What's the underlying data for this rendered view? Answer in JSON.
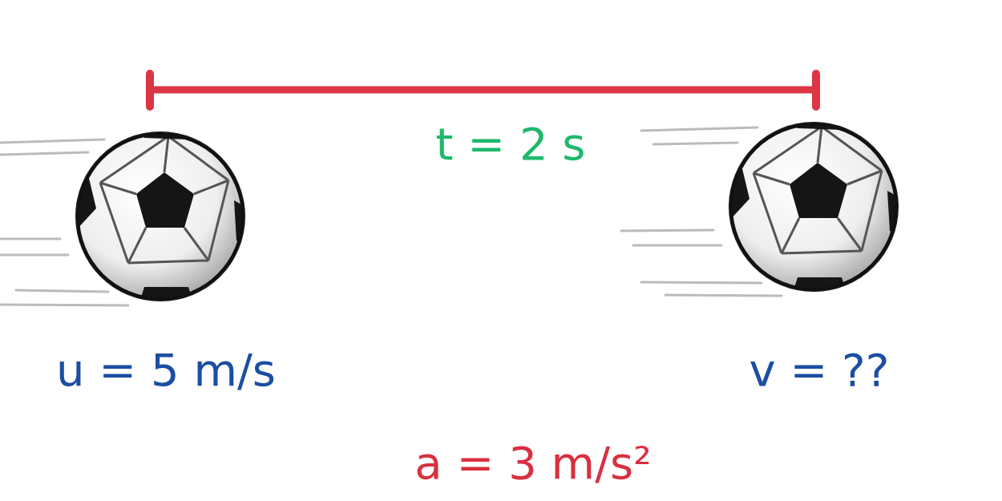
{
  "diagram": {
    "labels": [
      "t = 2 s",
      "u = 5 m/s",
      "v = ??",
      "a = 3 m/s²"
    ]
  }
}
